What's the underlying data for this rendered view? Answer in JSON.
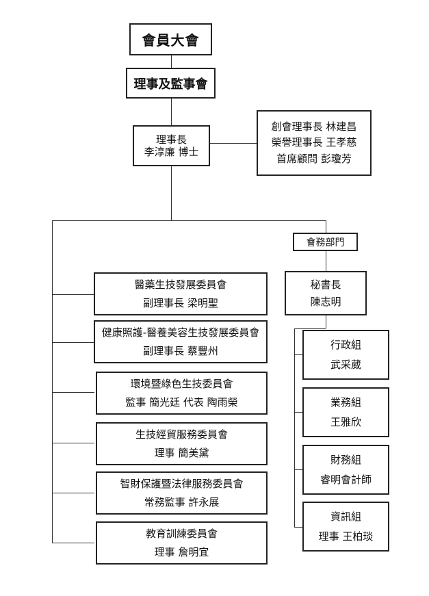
{
  "general_assembly": "會員大會",
  "board": "理事及監事會",
  "chairman": {
    "title": "理事長",
    "name": "李淳廉 博士"
  },
  "honorary": [
    "創會理事長 林建昌",
    "榮譽理事長 王孝慈",
    "首席顧問 彭瓊芳"
  ],
  "affairs_department": "會務部門",
  "secretary_general": {
    "title": "秘書長",
    "name": "陳志明"
  },
  "committees": [
    {
      "name": "醫藥生技發展委員會",
      "leader": "副理事長  梁明聖"
    },
    {
      "name": "健康照護-醫養美容生技發展委員會",
      "leader": "副理事長 蔡豐州"
    },
    {
      "name": "環境暨綠色生技委員會",
      "leader": "監事 簡光廷 代表  陶雨榮"
    },
    {
      "name": "生技經貿服務委員會",
      "leader": "理事 簡美黛"
    },
    {
      "name": "智財保護暨法律服務委員會",
      "leader": "常務監事 許永展"
    },
    {
      "name": "教育訓練委員會",
      "leader": "理事 詹明宜"
    }
  ],
  "departments": [
    {
      "name": "行政組",
      "leader": "武采葳"
    },
    {
      "name": "業務組",
      "leader": "王雅欣"
    },
    {
      "name": "財務組",
      "leader": "睿明會計師"
    },
    {
      "name": "資訊組",
      "leader": "理事 王柏琰"
    }
  ]
}
